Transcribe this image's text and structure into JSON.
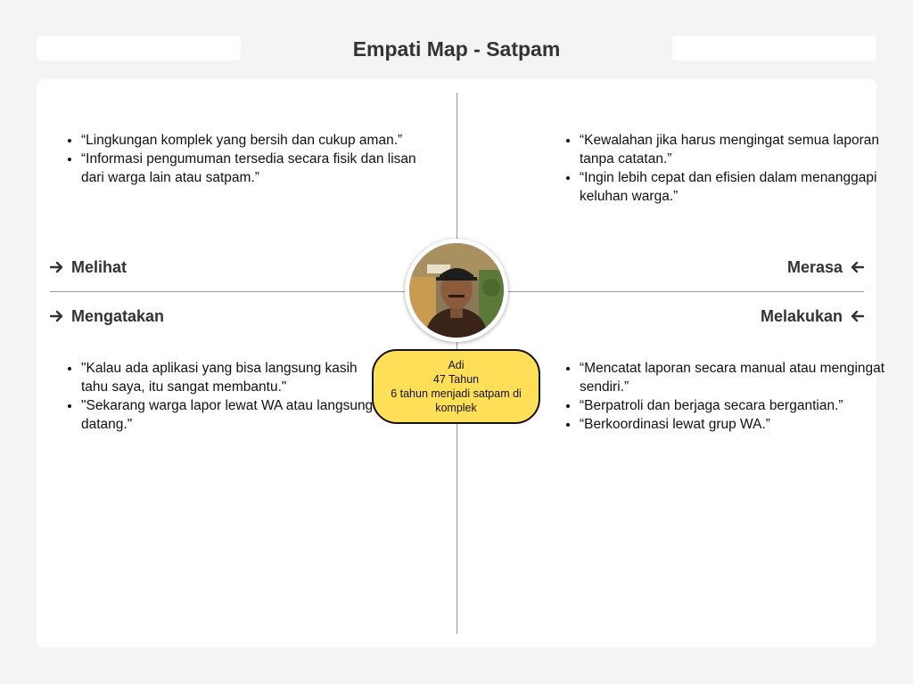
{
  "title": "Empati Map - Satpam",
  "quadrants": {
    "melihat": {
      "label": "Melihat",
      "items": [
        "“Lingkungan komplek yang bersih dan cukup aman.”",
        "“Informasi pengumuman tersedia secara fisik dan lisan dari warga lain atau satpam.”"
      ]
    },
    "merasa": {
      "label": "Merasa",
      "items": [
        "“Kewalahan jika harus mengingat semua laporan tanpa catatan.”",
        "“Ingin lebih cepat dan efisien dalam menanggapi keluhan warga.”"
      ]
    },
    "mengatakan": {
      "label": "Mengatakan",
      "items": [
        "\"Kalau ada aplikasi yang bisa langsung kasih tahu saya, itu sangat membantu.\"",
        "\"Sekarang warga lapor lewat WA atau langsung datang.\""
      ]
    },
    "melakukan": {
      "label": "Melakukan",
      "items": [
        "“Mencatat laporan secara manual atau mengingat sendiri.”",
        "“Berpatroli dan berjaga secara bergantian.”",
        "“Berkoordinasi lewat grup WA.”"
      ]
    }
  },
  "persona": {
    "name": "Adi",
    "age": "47 Tahun",
    "description": "6 tahun menjadi satpam di komplek"
  },
  "colors": {
    "persona_fill": "#ffdf57",
    "divider": "#999999",
    "label_text": "#333333"
  }
}
